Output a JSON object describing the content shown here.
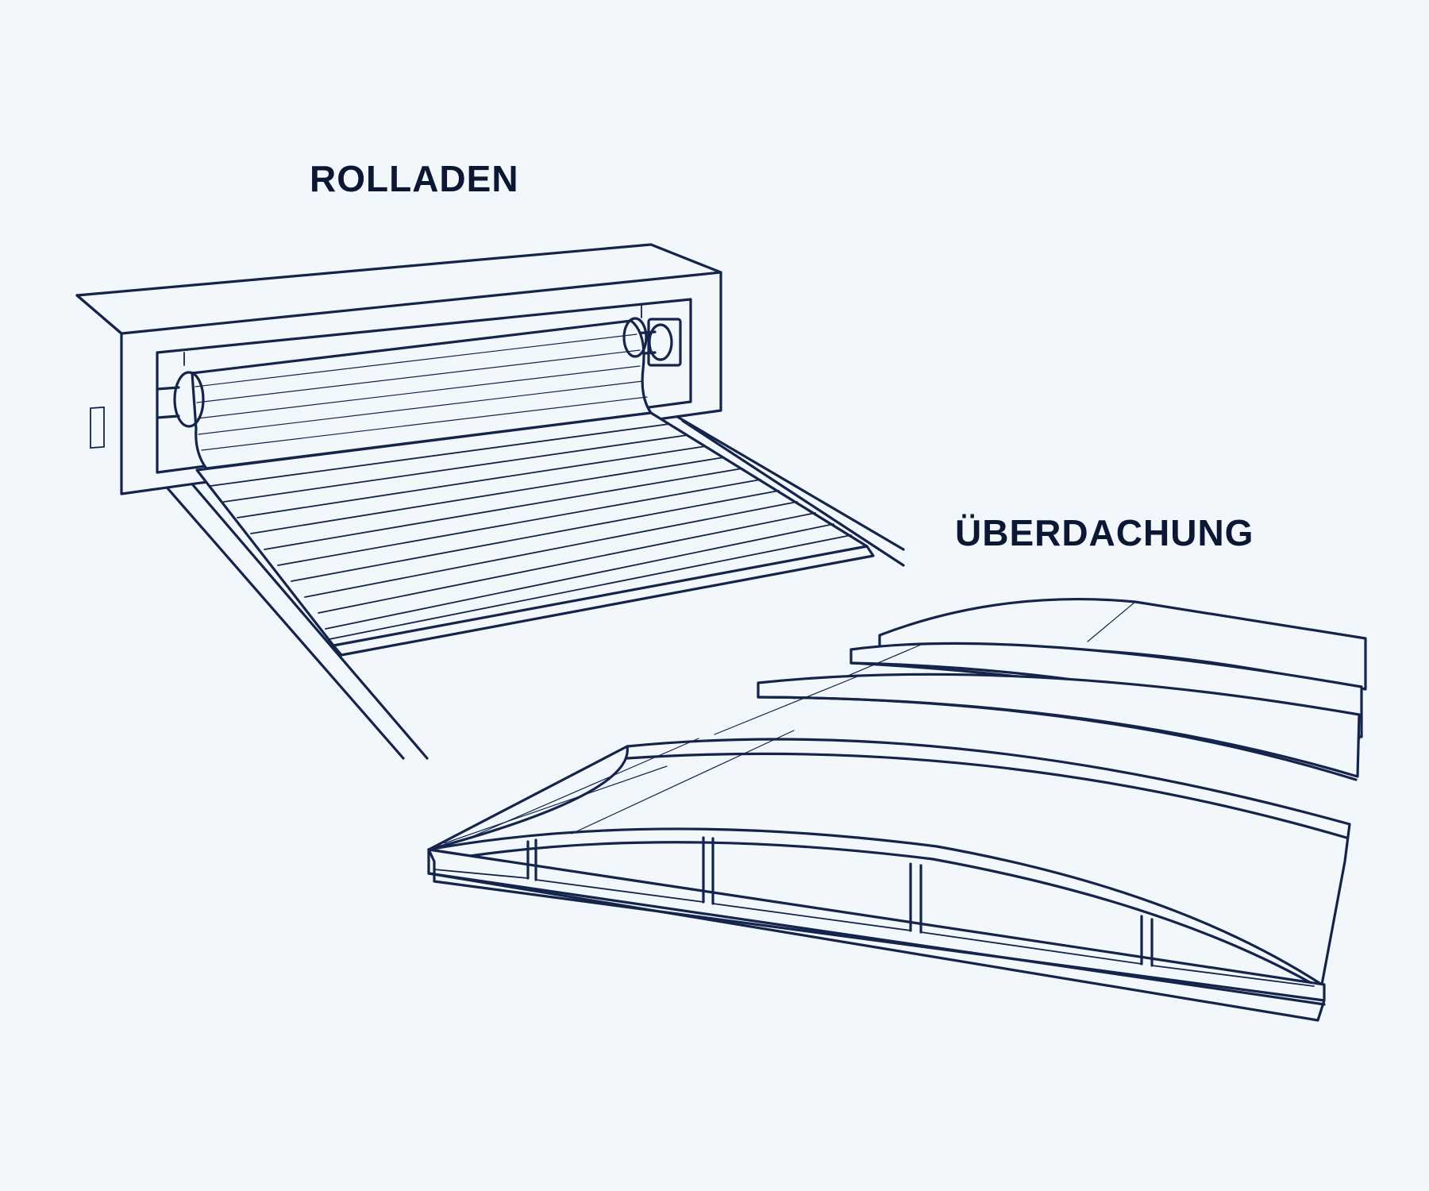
{
  "labels": {
    "rolladen": "ROLLADEN",
    "ueberdachung": "ÜBERDACHUNG"
  },
  "colors": {
    "background": "#f2f7fc",
    "line": "#14244a",
    "text": "#0b1733"
  },
  "illustrations": [
    {
      "name": "roller-shutter-pool-cover",
      "caption_key": "labels.rolladen"
    },
    {
      "name": "telescopic-pool-enclosure",
      "caption_key": "labels.ueberdachung"
    }
  ]
}
